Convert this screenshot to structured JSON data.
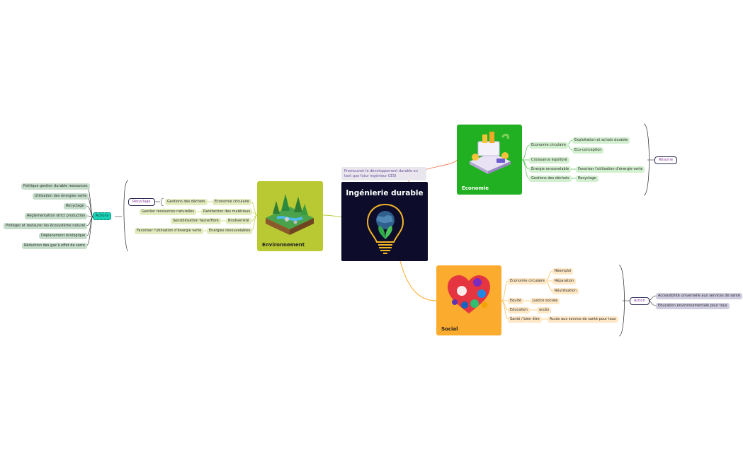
{
  "central": {
    "title": "Ingénierie durable",
    "note": "Promouvoir le développement durable en tant que futur ingénieur CESI"
  },
  "environnement": {
    "label": "Environnement",
    "items": [
      {
        "label": "Economie circulaire",
        "child": "Gestions des déchets",
        "sub": "Recyclage"
      },
      {
        "label": "Raréfaction des matériaux",
        "child": "Gestion ressources naturelles"
      },
      {
        "label": "Biodiversité",
        "child": "Sensibilisation faune/flore"
      },
      {
        "label": "Energies renouvelables",
        "child": "Favoriser l'utilisation d'énergie verte"
      }
    ],
    "action_label": "Actions",
    "actions": [
      "Politique gestion durable ressources",
      "Utilisation des énergies verte",
      "Recyclage",
      "Réglementation strict production",
      "Protéger et restaurer les écosystème naturel",
      "Déplacement écologique",
      "Réduction des gaz à effet de serre"
    ]
  },
  "economie": {
    "label": "Economie",
    "items": [
      {
        "label": "Economie circulaire",
        "children": [
          "Exploitation et achats durable",
          "Eco-conception"
        ]
      },
      {
        "label": "Croissance équilibré",
        "children": []
      },
      {
        "label": "Énergie renouvelable",
        "children": [
          "Favoriser l'utilisation d'énergie verte"
        ]
      },
      {
        "label": "Gestions des déchets",
        "children": [
          "Recyclage"
        ]
      }
    ],
    "summary": "Résumé"
  },
  "social": {
    "label": "Social",
    "items": [
      {
        "label": "Economie circulaire",
        "children": [
          "Réemploi",
          "Réparation",
          "Réutilisation"
        ]
      },
      {
        "label": "Equité",
        "children": [
          "Justice sociale"
        ]
      },
      {
        "label": "Education",
        "children": [
          "accès"
        ]
      },
      {
        "label": "Santé / bien être",
        "children": [
          "Accès aux service de santé pour tous"
        ]
      }
    ],
    "action_label": "Action",
    "actions": [
      "Accessibilité universelle aux services de santé",
      "Education environnementale pour tous"
    ]
  },
  "colors": {
    "env": "#b8c934",
    "eco": "#22b023",
    "soc": "#fbab2e",
    "central": "#0d0d2b",
    "action_box": "#19d2b6"
  }
}
